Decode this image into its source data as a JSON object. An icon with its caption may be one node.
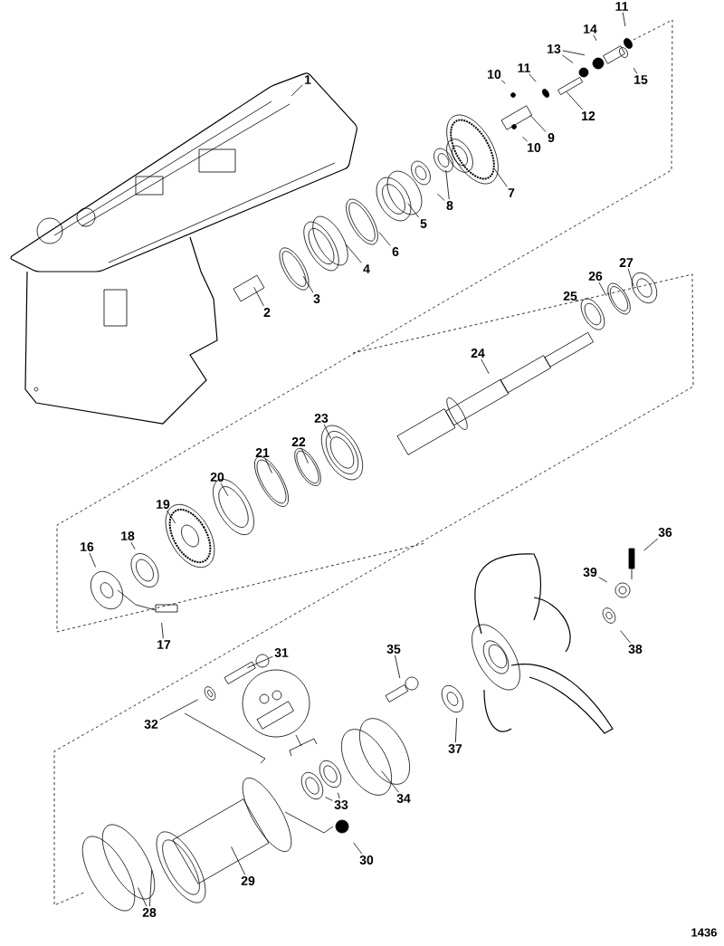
{
  "diagram": {
    "nodes": [
      {
        "text": [
          "1"
        ]
      },
      {
        "text": [
          "2"
        ]
      },
      {
        "text": [
          "3"
        ]
      },
      {
        "text": [
          "4"
        ]
      },
      {
        "text": [
          "5"
        ]
      },
      {
        "text": [
          "6"
        ]
      },
      {
        "text": [
          "7"
        ]
      },
      {
        "text": [
          "8"
        ]
      },
      {
        "text": [
          "9"
        ]
      },
      {
        "text": [
          "10"
        ]
      },
      {
        "text": [
          "10"
        ]
      },
      {
        "text": [
          "11"
        ]
      },
      {
        "text": [
          "11"
        ]
      },
      {
        "text": [
          "12"
        ]
      },
      {
        "text": [
          "13"
        ]
      },
      {
        "text": [
          "14"
        ]
      },
      {
        "text": [
          "15"
        ]
      },
      {
        "text": [
          "16"
        ]
      },
      {
        "text": [
          "17"
        ]
      },
      {
        "text": [
          "18"
        ]
      },
      {
        "text": [
          "19"
        ]
      },
      {
        "text": [
          "20"
        ]
      },
      {
        "text": [
          "21"
        ]
      },
      {
        "text": [
          "22"
        ]
      },
      {
        "text": [
          "23"
        ]
      },
      {
        "text": [
          "24"
        ]
      },
      {
        "text": [
          "25"
        ]
      },
      {
        "text": [
          "26"
        ]
      },
      {
        "text": [
          "27"
        ]
      },
      {
        "text": [
          "28"
        ]
      },
      {
        "text": [
          "29"
        ]
      },
      {
        "text": [
          "30"
        ]
      },
      {
        "text": [
          "31"
        ]
      },
      {
        "text": [
          "32"
        ]
      },
      {
        "text": [
          "33"
        ]
      },
      {
        "text": [
          "34"
        ]
      },
      {
        "text": [
          "35"
        ]
      },
      {
        "text": [
          "36"
        ]
      },
      {
        "text": [
          "37"
        ]
      },
      {
        "text": [
          "38"
        ]
      },
      {
        "text": [
          "39"
        ]
      }
    ],
    "edges": [
      {
        "from": 0,
        "to": null,
        "arrow": "none"
      },
      {
        "from": 1,
        "to": null,
        "arrow": "none"
      },
      {
        "from": 2,
        "to": null,
        "arrow": "none"
      },
      {
        "from": 3,
        "to": null,
        "arrow": "none"
      },
      {
        "from": 4,
        "to": null,
        "arrow": "none"
      },
      {
        "from": 5,
        "to": null,
        "arrow": "none"
      },
      {
        "from": 6,
        "to": null,
        "arrow": "none"
      },
      {
        "from": 7,
        "to": null,
        "arrow": "none"
      },
      {
        "from": 8,
        "to": null,
        "arrow": "none"
      },
      {
        "from": 9,
        "to": null,
        "arrow": "none"
      },
      {
        "from": 10,
        "to": null,
        "arrow": "none"
      },
      {
        "from": 11,
        "to": null,
        "arrow": "none"
      },
      {
        "from": 12,
        "to": null,
        "arrow": "none"
      },
      {
        "from": 13,
        "to": null,
        "arrow": "none"
      },
      {
        "from": 14,
        "to": null,
        "arrow": "none"
      },
      {
        "from": 15,
        "to": null,
        "arrow": "none"
      },
      {
        "from": 16,
        "to": null,
        "arrow": "none"
      },
      {
        "from": 17,
        "to": null,
        "arrow": "none"
      },
      {
        "from": 18,
        "to": null,
        "arrow": "none"
      },
      {
        "from": 19,
        "to": null,
        "arrow": "none"
      },
      {
        "from": 20,
        "to": null,
        "arrow": "none"
      },
      {
        "from": 21,
        "to": null,
        "arrow": "none"
      },
      {
        "from": 22,
        "to": null,
        "arrow": "none"
      },
      {
        "from": 23,
        "to": null,
        "arrow": "none"
      },
      {
        "from": 24,
        "to": null,
        "arrow": "none"
      },
      {
        "from": 25,
        "to": null,
        "arrow": "none"
      },
      {
        "from": 26,
        "to": null,
        "arrow": "none"
      },
      {
        "from": 27,
        "to": null,
        "arrow": "none"
      },
      {
        "from": 28,
        "to": null,
        "arrow": "none"
      },
      {
        "from": 29,
        "to": null,
        "arrow": "none"
      },
      {
        "from": 30,
        "to": null,
        "arrow": "none"
      },
      {
        "from": 31,
        "to": null,
        "arrow": "none"
      },
      {
        "from": 32,
        "to": null,
        "arrow": "none"
      },
      {
        "from": 33,
        "to": null,
        "arrow": "none"
      },
      {
        "from": 34,
        "to": null,
        "arrow": "none"
      },
      {
        "from": 35,
        "to": null,
        "arrow": "none"
      },
      {
        "from": 36,
        "to": null,
        "arrow": "none"
      },
      {
        "from": 37,
        "to": null,
        "arrow": "none"
      },
      {
        "from": 38,
        "to": null,
        "arrow": "none"
      },
      {
        "from": 39,
        "to": null,
        "arrow": "none"
      },
      {
        "from": 40,
        "to": null,
        "arrow": "none"
      },
      {
        "from": 7,
        "to": null,
        "arrow": "none"
      },
      {
        "from": 14,
        "to": null,
        "arrow": "none"
      },
      {
        "from": 29,
        "to": null,
        "arrow": "none"
      },
      {
        "from": 34,
        "to": null,
        "arrow": "none"
      }
    ],
    "labels": [
      "1436"
    ]
  }
}
